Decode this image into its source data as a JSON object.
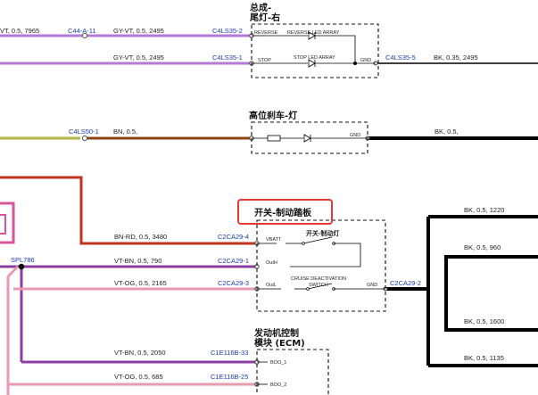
{
  "wires": {
    "gyvt_top_left_circuit": "VT, 0.5, 7965",
    "gyvt_top_left_connector": "C44-A-11",
    "gyvt_top": "GY-VT, 0.5, 2495",
    "gyvt_top_connector": "C4LS35-2",
    "gyvt_second": "GY-VT, 0.5, 2495",
    "gyvt_second_connector": "C4LS35-1",
    "tail_gnd_connector": "C4LS35-5",
    "tail_gnd": "BK, 0.35, 2495",
    "bn_connector": "C4LS50-1",
    "bn": "BN, 0.5,",
    "brake_lamp_gnd": "BK, 0.5,",
    "bnrd": "BN-RD, 0.5, 3480",
    "bnrd_connector": "C2CA29-4",
    "vtbn": "VT-BN, 0.5, 790",
    "vtbn_connector": "C2CA29-1",
    "vtog": "VT-OG, 0.5, 2165",
    "vtog_connector": "C2CA29-3",
    "switch_gnd_connector": "C2CA29-2",
    "splice": "SPL786",
    "bk_1220": "BK, 0.5, 1220",
    "bk_960": "BK, 0.5, 960",
    "bk_1600": "BK, 0.5, 1600",
    "bk_1135": "BK, 0.5, 1135",
    "ecm_vtbn": "VT-BN, 0.5, 2050",
    "ecm_vtbn_connector": "C1E116B-33",
    "ecm_vtog": "VT-OG, 0.5, 685",
    "ecm_vtog_connector": "C1E116B-25"
  },
  "components": {
    "tail_lamp_title_1": "总成-",
    "tail_lamp_title_2": "尾灯-右",
    "reverse_pin": "REVERSE",
    "reverse_led": "REVERSE LED ARRAY",
    "stop_pin": "STOP",
    "stop_led": "STOP LED ARRAY",
    "tail_gnd_pin": "GND",
    "brake_lamp_title": "高位刹车-灯",
    "brake_lamp_gnd_pin": "GND",
    "switch_title": "开关-制动踏板",
    "switch_inner_label": "开关-制动灯",
    "vbatt_pin": "VBATT",
    "outh_pin": "OutH",
    "outl_pin": "OutL",
    "cruise_label_1": "CRUISE DEACTIVATION",
    "cruise_label_2": "SWITCH",
    "switch_gnd_pin": "GND",
    "ecm_title_1": "发动机控制",
    "ecm_title_2": "模块 (ECM)",
    "boo1_pin": "BOO_1",
    "boo2_pin": "BOO_2"
  },
  "colors": {
    "wire_gyvt": "#b57ad6",
    "wire_yellow": "#d8d87a",
    "wire_brown": "#8b4513",
    "wire_red": "#c0341d",
    "wire_vtbn": "#8a3fa0",
    "wire_vtog": "#e89ab0",
    "wire_black": "#000000",
    "highlight": "#e53935"
  }
}
